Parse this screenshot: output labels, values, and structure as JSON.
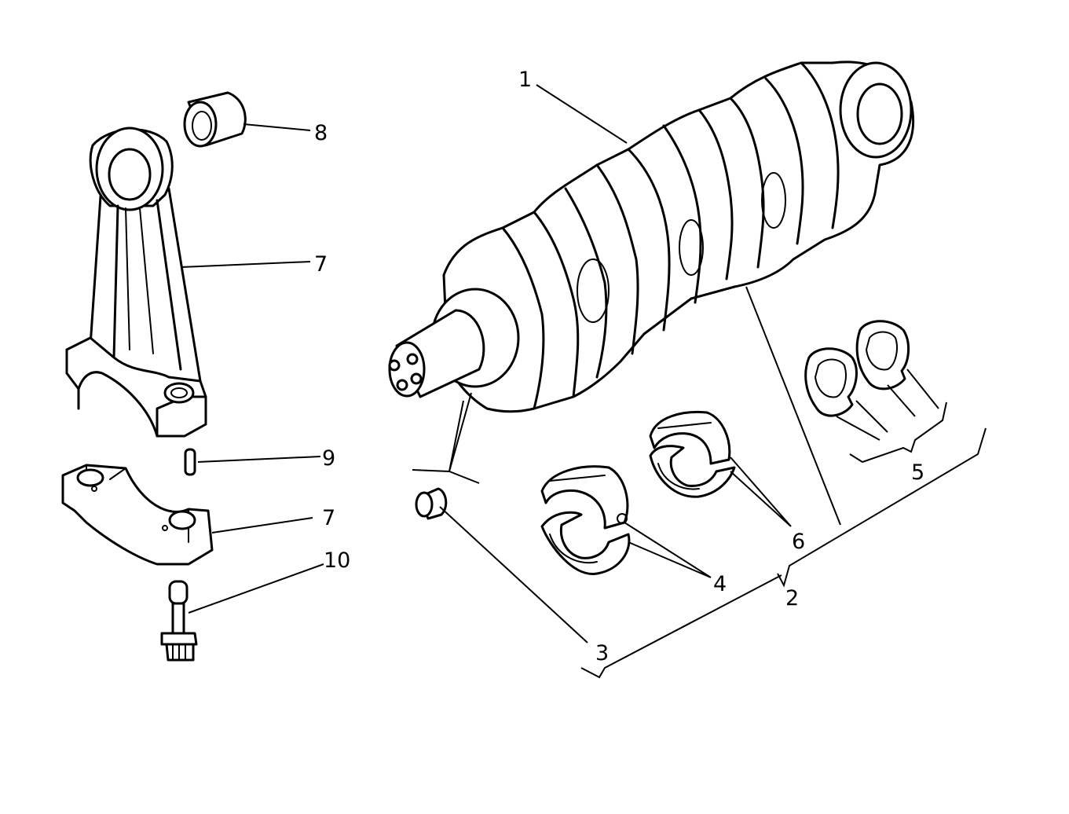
{
  "callouts": {
    "c1": "1",
    "c2": "2",
    "c3": "3",
    "c4": "4",
    "c5": "5",
    "c6": "6",
    "c7a": "7",
    "c7b": "7",
    "c8": "8",
    "c9": "9",
    "c10": "10"
  }
}
